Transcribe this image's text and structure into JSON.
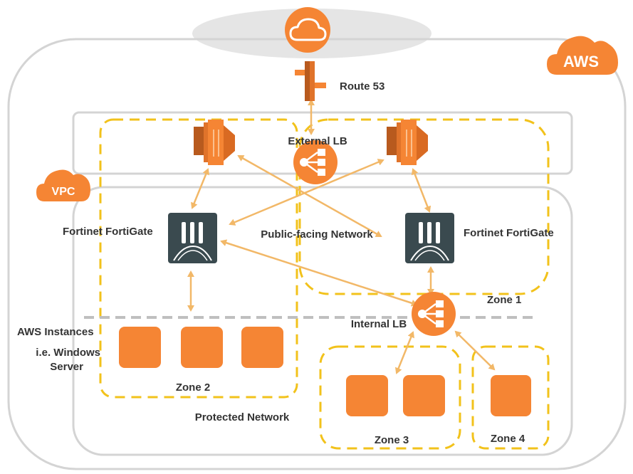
{
  "labels": {
    "route53": "Route 53",
    "external_lb": "External LB",
    "fortigate_left": "Fortinet FortiGate",
    "fortigate_right": "Fortinet FortiGate",
    "public_network": "Public-facing Network",
    "zone1": "Zone 1",
    "zone2": "Zone 2",
    "zone3": "Zone 3",
    "zone4": "Zone 4",
    "aws_instances": "AWS Instances",
    "windows_line1": "i.e. Windows",
    "windows_line2": "Server",
    "internal_lb": "Internal LB",
    "protected_network": "Protected Network"
  },
  "badges": {
    "aws": "AWS",
    "vpc": "VPC"
  },
  "icons": {
    "internet": "cloud-icon",
    "route53": "route53-icon",
    "load_balancer": "load-balancer-icon",
    "autoscaling": "autoscaling-group-icon",
    "firewall": "fortigate-firewall-icon",
    "instance": "ec2-instance-icon"
  },
  "colors": {
    "aws_orange": "#F58534",
    "zone_border": "#F2C21B",
    "arrow": "#F2B868",
    "container_border": "#D4D4D4",
    "fortigate_dark": "#3A4A4F",
    "text": "#333333"
  }
}
